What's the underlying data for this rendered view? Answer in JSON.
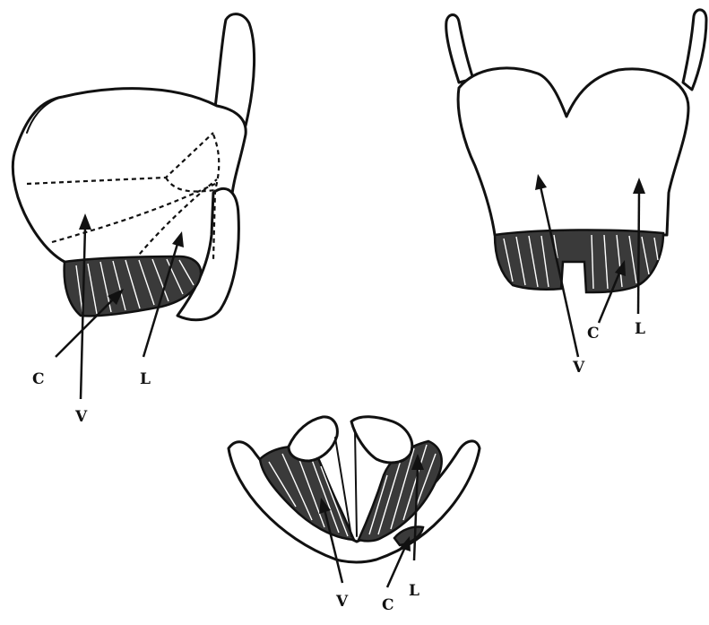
{
  "views": [
    {
      "id": "lateral",
      "labels": {
        "c": "C",
        "v": "V",
        "l": "L"
      }
    },
    {
      "id": "anterior",
      "labels": {
        "v": "V",
        "c": "C",
        "l": "L"
      }
    },
    {
      "id": "superior",
      "labels": {
        "v": "V",
        "c": "C",
        "l": "L"
      }
    }
  ],
  "colors": {
    "ink": "#111111",
    "paper": "#ffffff",
    "muscle": "#3a3a3a"
  }
}
